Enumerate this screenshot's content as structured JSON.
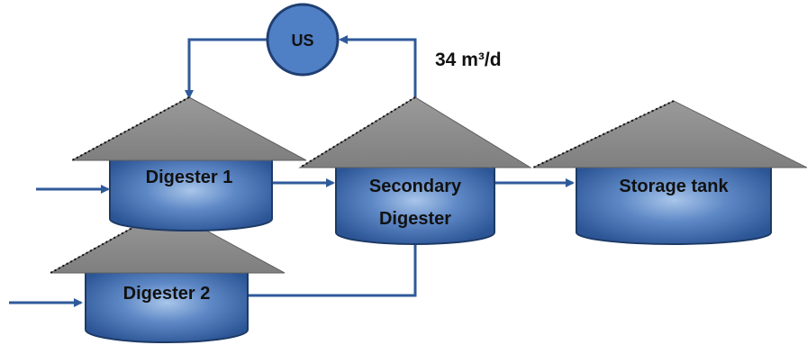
{
  "diagram": {
    "nodes": {
      "us": {
        "label": "US"
      },
      "digester1": {
        "label": "Digester 1"
      },
      "digester2": {
        "label": "Digester 2"
      },
      "secondary": {
        "line1": "Secondary",
        "line2": "Digester"
      },
      "storage": {
        "label": "Storage tank"
      }
    },
    "flow_rate": {
      "value": "34 m³/d"
    }
  },
  "colors": {
    "tank_body": "#3f68a8",
    "tank_highlight": "#8fb2de",
    "tank_edge": "#1d3a66",
    "roof": "#8c8c8c",
    "roof_edge": "#5f5f5f",
    "pipe": "#2f5a9a",
    "us_fill": "#4f7fc5",
    "us_edge": "#1f3f73"
  }
}
